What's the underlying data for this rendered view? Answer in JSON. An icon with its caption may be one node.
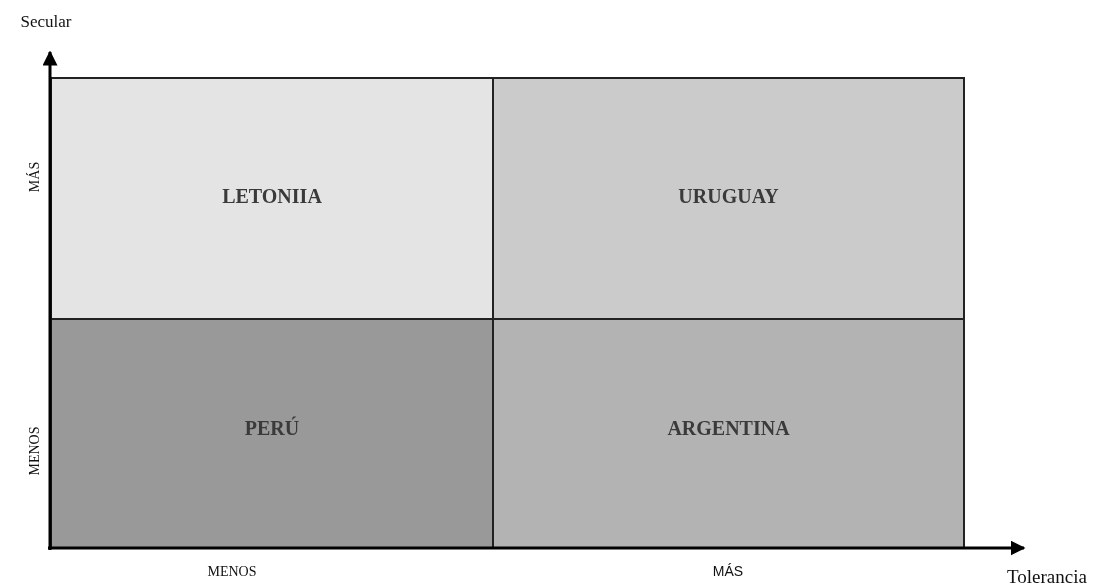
{
  "diagram": {
    "nodes": [
      {
        "text": [
          "LETONIIA"
        ]
      },
      {
        "text": [
          "URUGUAY"
        ]
      },
      {
        "text": [
          "PERÚ"
        ]
      },
      {
        "text": [
          "ARGENTINA"
        ]
      }
    ],
    "edges": [],
    "labels": [
      "Secular",
      "MÁS",
      "MENOS",
      "MENOS",
      "MÁS",
      "Tolerancia"
    ]
  }
}
